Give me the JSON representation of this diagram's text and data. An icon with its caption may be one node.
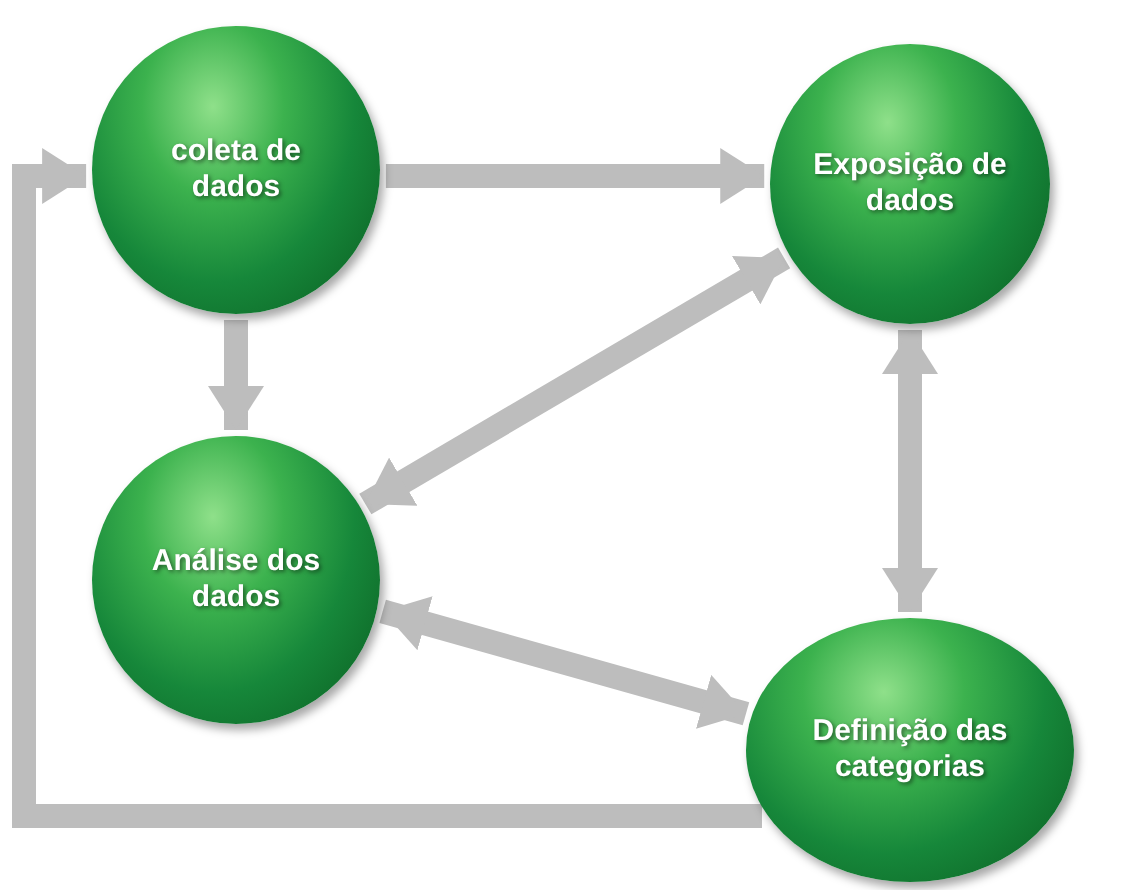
{
  "diagram": {
    "nodes": [
      {
        "text": [
          "coleta de dados"
        ]
      },
      {
        "text": [
          "Exposição de dados"
        ]
      },
      {
        "text": [
          "Análise dos dados"
        ]
      },
      {
        "text": [
          "Definição das categorias"
        ]
      }
    ],
    "edges": [
      {
        "from": 0,
        "to": 1,
        "arrow": "to"
      },
      {
        "from": 0,
        "to": 2,
        "arrow": "to"
      },
      {
        "from": 1,
        "to": 2,
        "arrow": "both"
      },
      {
        "from": 1,
        "to": 3,
        "arrow": "both"
      },
      {
        "from": 2,
        "to": 3,
        "arrow": "both"
      },
      {
        "from": 3,
        "to": 0,
        "arrow": "to"
      }
    ]
  }
}
